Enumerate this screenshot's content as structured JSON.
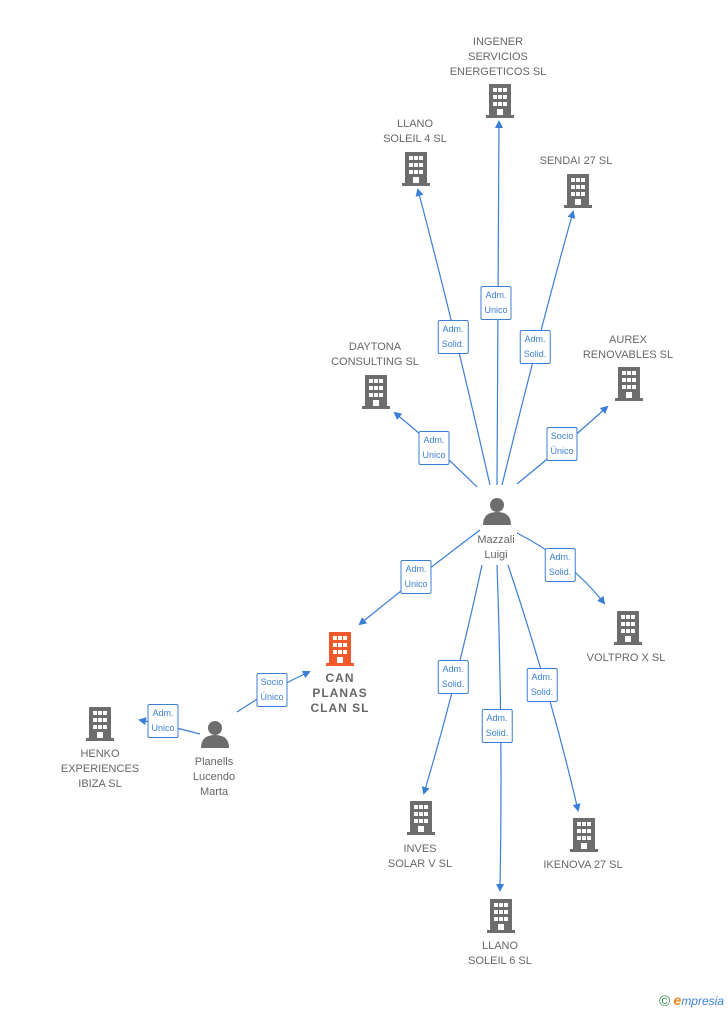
{
  "colors": {
    "edge": "#3a7fd5",
    "node": "#6d6d6d",
    "focus": "#f05a2a"
  },
  "nodes": {
    "ingener": "INGENER\nSERVICIOS\nENERGETICOS SL",
    "llano4": "LLANO\nSOLEIL 4 SL",
    "sendai": "SENDAI 27  SL",
    "daytona": "DAYTONA\nCONSULTING SL",
    "aurex": "AUREX\nRENOVABLES SL",
    "mazzali": "Mazzali\nLuigi",
    "can": "CAN\nPLANAS\nCLAN  SL",
    "voltpro": "VOLTPRO X SL",
    "henko": "HENKO\nEXPERIENCES\nIBIZA  SL",
    "planells": "Planells\nLucendo\nMarta",
    "inves": "INVES\nSOLAR V SL",
    "ikenova": "IKENOVA 27  SL",
    "llano6": "LLANO\nSOLEIL 6 SL"
  },
  "edges": {
    "ingener": "Adm.\nUnico",
    "llano4": "Adm.\nSolid.",
    "sendai": "Adm.\nSolid.",
    "daytona": "Adm.\nUnico",
    "aurex": "Socio\nÚnico",
    "can": "Adm.\nUnico",
    "voltpro": "Adm.\nSolid.",
    "planells_can": "Socio\nÚnico",
    "planells_henko": "Adm.\nUnico",
    "inves": "Adm.\nSolid.",
    "ikenova": "Adm.\nSolid.",
    "llano6": "Adm.\nSolid."
  },
  "footer": {
    "copyright": "©",
    "brand_e": "e",
    "brand_rest": "mpresia"
  }
}
